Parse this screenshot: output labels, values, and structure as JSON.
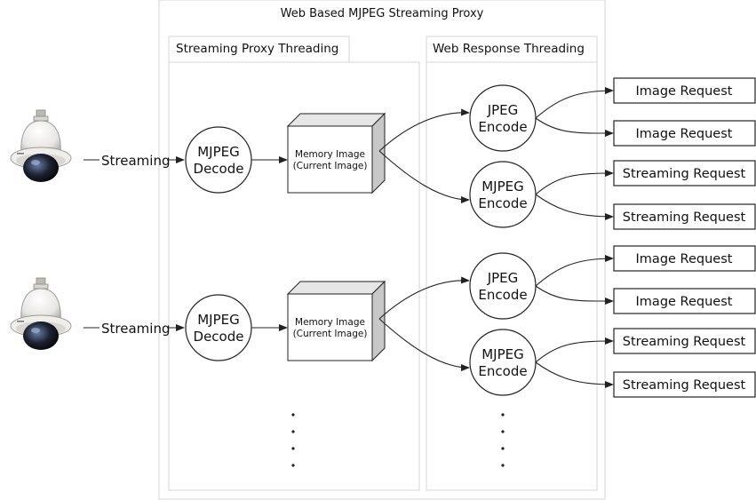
{
  "title": "Web Based MJPEG Streaming Proxy",
  "sections": {
    "proxy_threading": "Streaming Proxy Threading",
    "web_response_threading": "Web Response Threading"
  },
  "camera_icon": "ptz-dome-camera-icon",
  "pipelines": [
    {
      "stream_label": "Streaming",
      "decoder": [
        "MJPEG",
        "Decode"
      ],
      "memory": [
        "Memory Image",
        "(Current Image)"
      ],
      "encoders": [
        {
          "lines": [
            "JPEG",
            "Encode"
          ],
          "requests": [
            "Image Request",
            "Image Request"
          ]
        },
        {
          "lines": [
            "MJPEG",
            "Encode"
          ],
          "requests": [
            "Streaming Request",
            "Streaming Request"
          ]
        }
      ]
    },
    {
      "stream_label": "Streaming",
      "decoder": [
        "MJPEG",
        "Decode"
      ],
      "memory": [
        "Memory Image",
        "(Current Image)"
      ],
      "encoders": [
        {
          "lines": [
            "JPEG",
            "Encode"
          ],
          "requests": [
            "Image Request",
            "Image Request"
          ]
        },
        {
          "lines": [
            "MJPEG",
            "Encode"
          ],
          "requests": [
            "Streaming Request",
            "Streaming Request"
          ]
        }
      ]
    }
  ],
  "colors": {
    "line": "#222222",
    "frame_border": "#d4d4d4",
    "cube_face": "#ffffff",
    "cube_side": "#c8c8c8",
    "cube_top": "#e6e6e6"
  }
}
